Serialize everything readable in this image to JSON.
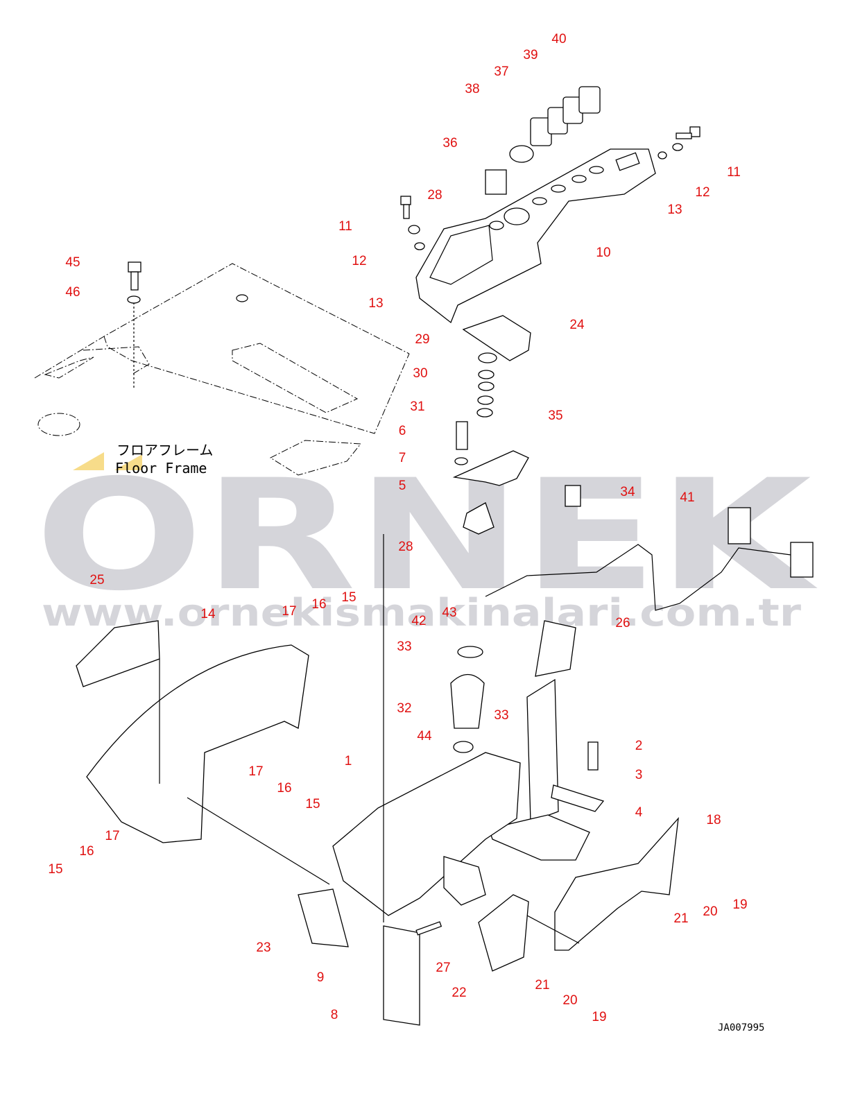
{
  "watermark": {
    "brand": "ORNEK",
    "url": "www.ornekismakinalari.com.tr"
  },
  "floor_frame": {
    "jp": "フロアフレーム",
    "en": "Floor Frame"
  },
  "drawing_code": "JA007995",
  "callouts": [
    "40",
    "39",
    "37",
    "38",
    "36",
    "11",
    "12",
    "13",
    "28",
    "11",
    "12",
    "10",
    "13",
    "45",
    "46",
    "24",
    "29",
    "30",
    "31",
    "35",
    "6",
    "7",
    "5",
    "34",
    "41",
    "28",
    "25",
    "42",
    "43",
    "14",
    "17",
    "16",
    "15",
    "26",
    "33",
    "32",
    "33",
    "44",
    "2",
    "1",
    "3",
    "17",
    "16",
    "15",
    "4",
    "18",
    "17",
    "16",
    "15",
    "21",
    "20",
    "19",
    "23",
    "27",
    "9",
    "21",
    "22",
    "20",
    "8",
    "19"
  ],
  "colors": {
    "callout": "#e01010",
    "watermark": "#d5d5da",
    "accent": "#f7dc8a"
  }
}
